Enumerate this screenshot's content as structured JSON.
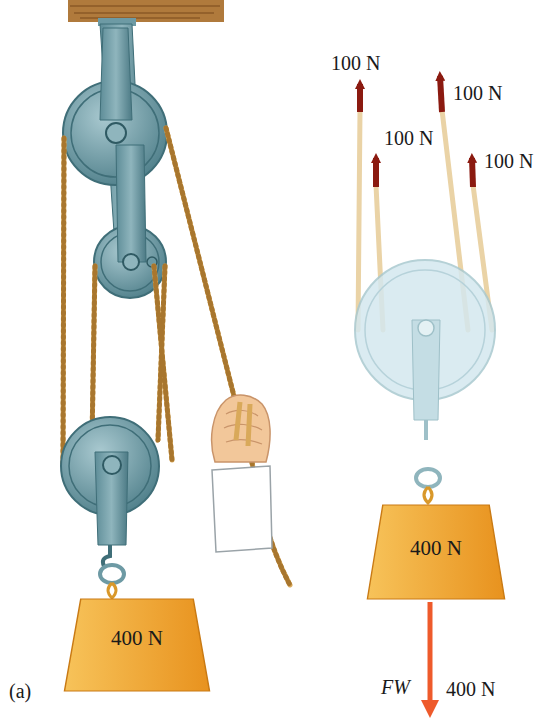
{
  "diagram": {
    "nodes": [
      {
        "text": [
          "400 N"
        ]
      },
      {
        "text": [
          "400 N"
        ]
      }
    ],
    "labels": [
      "100 N",
      "100 N",
      "100 N",
      "100 N",
      "FW",
      "400 N",
      "(a)"
    ]
  }
}
